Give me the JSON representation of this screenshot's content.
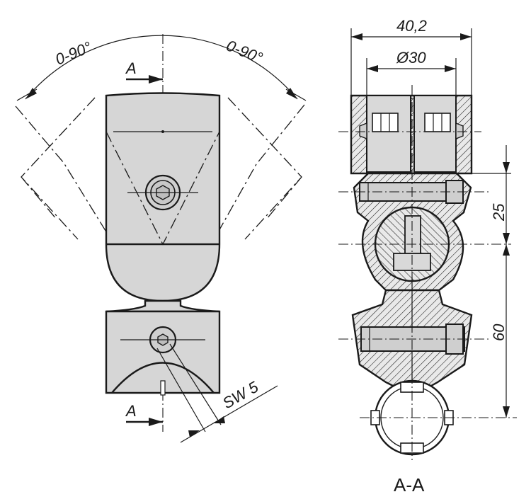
{
  "drawing": {
    "angle_left": "0-90°",
    "angle_right": "0-90°",
    "section_mark_top": "A",
    "section_mark_bottom": "A",
    "wrench_size": "SW 5",
    "dim_width_outer": "40,2",
    "dim_diameter": "Ø30",
    "dim_height_upper": "25",
    "dim_height_lower": "60",
    "section_label": "A-A"
  },
  "colors": {
    "line": "#1a1a1a",
    "part_fill": "#d6d6d6",
    "background": "#ffffff"
  }
}
